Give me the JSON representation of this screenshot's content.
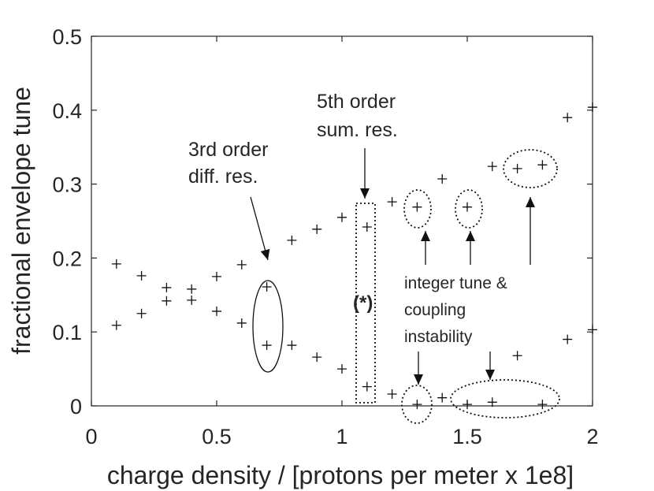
{
  "chart_data": {
    "type": "scatter",
    "xlabel": "charge density / [protons per meter x 1e8]",
    "ylabel": "fractional envelope tune",
    "xlim": [
      0,
      2
    ],
    "ylim": [
      0,
      0.5
    ],
    "xticks": [
      "0",
      "0.5",
      "1",
      "1.5",
      "2"
    ],
    "yticks": [
      "0",
      "0.1",
      "0.2",
      "0.3",
      "0.4",
      "0.5"
    ],
    "grid": false,
    "marker": "+",
    "series": [
      {
        "x": [
          0.1,
          0.2,
          0.3,
          0.4,
          0.5,
          0.6,
          0.7,
          0.8,
          0.9,
          1.0,
          1.1,
          1.2,
          1.3,
          1.4,
          1.5,
          1.6,
          1.7,
          1.8,
          1.9,
          2.0
        ],
        "y": [
          0.192,
          0.176,
          0.16,
          0.158,
          0.175,
          0.191,
          0.161,
          0.224,
          0.239,
          0.255,
          0.242,
          0.276,
          0.269,
          0.307,
          0.269,
          0.324,
          0.321,
          0.326,
          0.39,
          0.404
        ]
      },
      {
        "x": [
          0.1,
          0.2,
          0.3,
          0.4,
          0.5,
          0.6,
          0.7,
          0.8,
          0.9,
          1.0,
          1.1,
          1.2,
          1.3,
          1.4,
          1.5,
          1.6,
          1.7,
          1.8,
          1.9,
          2.0
        ],
        "y": [
          0.109,
          0.125,
          0.142,
          0.143,
          0.128,
          0.112,
          0.082,
          0.082,
          0.066,
          0.05,
          0.026,
          0.016,
          0.002,
          0.011,
          0.002,
          0.005,
          0.068,
          0.002,
          0.09,
          0.103
        ]
      }
    ],
    "annotations": [
      {
        "id": "third",
        "lines": [
          "3rd order",
          "diff. res."
        ]
      },
      {
        "id": "fifth",
        "lines": [
          "5th order",
          "sum. res."
        ]
      },
      {
        "id": "star",
        "lines": [
          "(*)"
        ]
      },
      {
        "id": "integer",
        "lines": [
          "integer tune &",
          "coupling",
          "instability"
        ]
      }
    ]
  }
}
